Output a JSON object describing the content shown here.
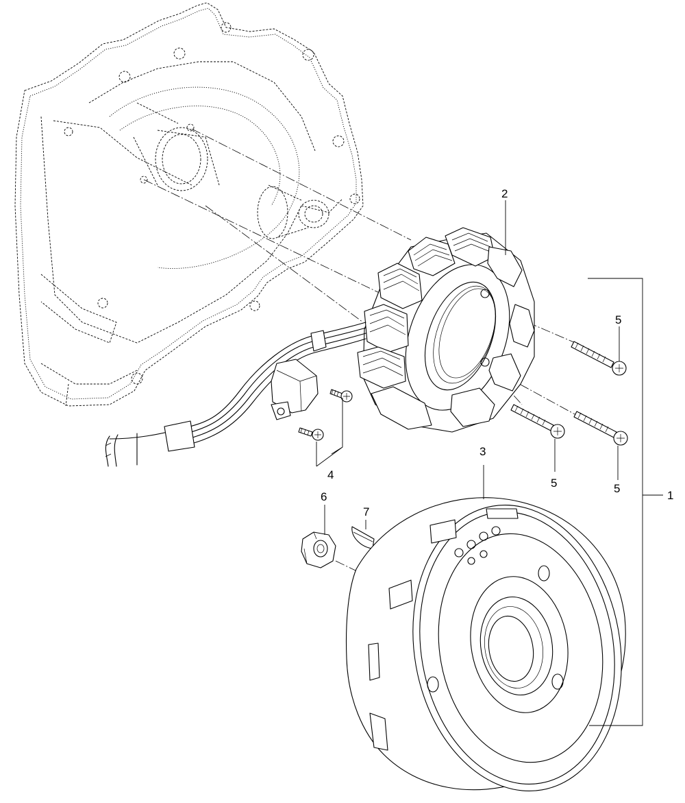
{
  "callouts": {
    "c1": "1",
    "c2": "2",
    "c3": "3",
    "c4": "4",
    "c5a": "5",
    "c5b": "5",
    "c5c": "5",
    "c6": "6",
    "c7": "7"
  }
}
